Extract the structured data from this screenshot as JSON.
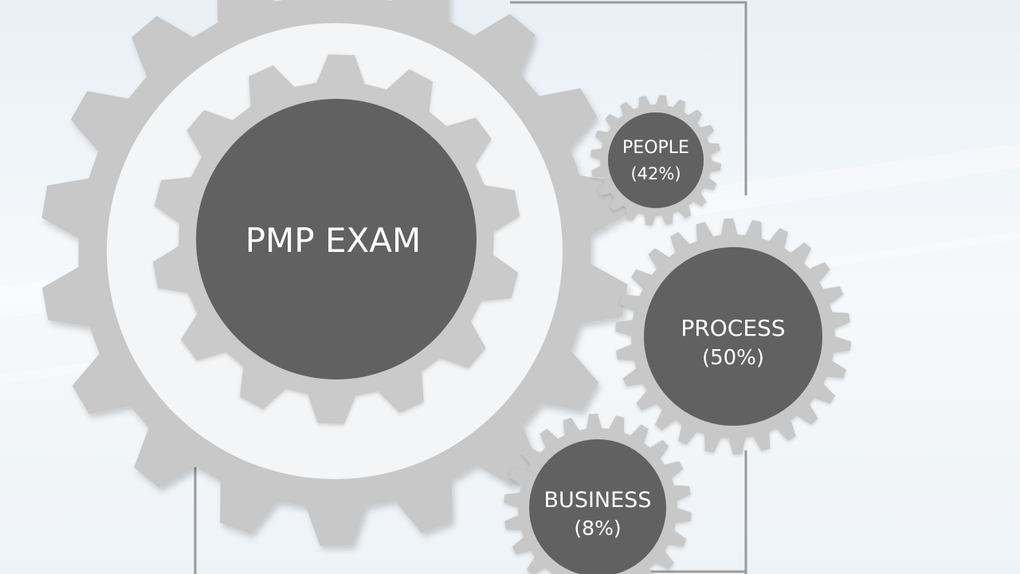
{
  "diagram": {
    "central": {
      "label": "PMP EXAM"
    },
    "components": [
      {
        "name": "PEOPLE",
        "share": "(42%)"
      },
      {
        "name": "PROCESS",
        "share": "(50%)"
      },
      {
        "name": "BUSINESS",
        "share": "(8%)"
      }
    ]
  },
  "colors": {
    "gear_light": "#c8c8c8",
    "gear_center": "#616161",
    "gear_ring_inner": "#f4f5f6",
    "connector_line": "#9a9a9a",
    "label_text": "#ffffff"
  }
}
